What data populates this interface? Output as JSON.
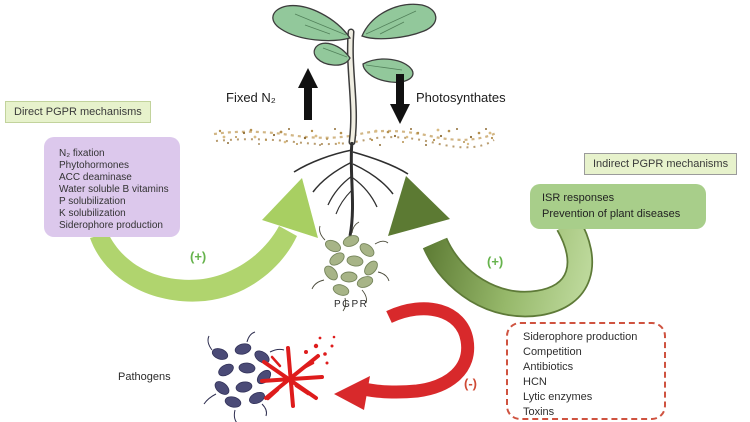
{
  "top": {
    "fixed_n2": "Fixed N₂",
    "photosynthates": "Photosynthates"
  },
  "direct": {
    "title": "Direct PGPR mechanisms",
    "items": [
      "N₂ fixation",
      "Phytohormones",
      "ACC deaminase",
      "Water soluble B vitamins",
      "P solubilization",
      "K solubilization",
      "Siderophore production"
    ]
  },
  "indirect": {
    "title": "Indirect PGPR mechanisms",
    "items": [
      "ISR responses",
      "Prevention of plant diseases"
    ]
  },
  "biocontrol": {
    "items": [
      "Siderophore production",
      "Competition",
      "Antibiotics",
      "HCN",
      "Lytic enzymes",
      "Toxins"
    ]
  },
  "labels": {
    "pgpr": "PGPR",
    "pathogens": "Pathogens",
    "plus_left": "(+)",
    "plus_right": "(+)",
    "minus": "(-)"
  },
  "colors": {
    "direct_box_bg": "#dcc8ec",
    "label_chip_bg": "#e7f2cc",
    "indirect_box_bg": "#a8ce8a",
    "dashed_border": "#cf5340",
    "direct_arrow": "#b0d46e",
    "indirect_arrow": "#5c7a33",
    "negative_arrow": "#d8292b",
    "plus_text": "#66b34c",
    "minus_text": "#cf4a35",
    "pgpr_bacteria": "#a7b487",
    "pathogen_bacteria": "#4b4b77",
    "fungus": "#de1c1c"
  }
}
